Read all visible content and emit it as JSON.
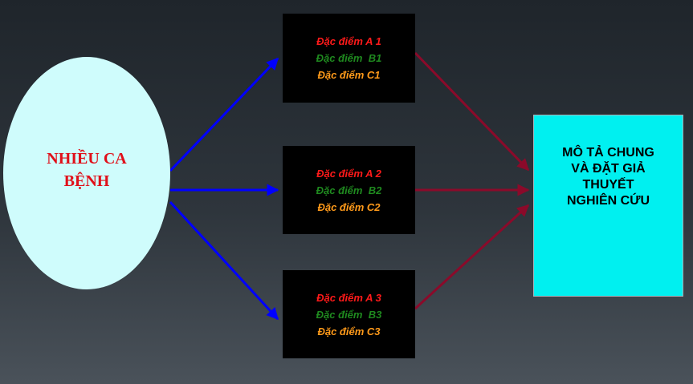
{
  "source": {
    "label": "NHIỀU CA\nBỆNH",
    "color": "#e0101a"
  },
  "groups": [
    {
      "items": [
        {
          "text": "Đặc điểm A 1",
          "color": "#ff1a1a"
        },
        {
          "text": "Đặc điểm  B1",
          "color": "#1f8a1f"
        },
        {
          "text": "Đặc điểm C1",
          "color": "#ff9a1a"
        }
      ]
    },
    {
      "items": [
        {
          "text": "Đặc điểm A 2",
          "color": "#ff1a1a"
        },
        {
          "text": "Đặc điểm  B2",
          "color": "#1f8a1f"
        },
        {
          "text": "Đặc điểm C2",
          "color": "#ff9a1a"
        }
      ]
    },
    {
      "items": [
        {
          "text": "Đặc điểm A 3",
          "color": "#ff1a1a"
        },
        {
          "text": "Đặc điểm  B3",
          "color": "#1f8a1f"
        },
        {
          "text": "Đặc điểm C3",
          "color": "#ff9a1a"
        }
      ]
    }
  ],
  "target": {
    "label": "MÔ TẢ CHUNG\nVÀ ĐẶT GIẢ\nTHUYẾT\nNGHIÊN CỨU"
  },
  "colors": {
    "inbound_arrow": "#0000ff",
    "outbound_arrow": "#8b0a2a"
  }
}
